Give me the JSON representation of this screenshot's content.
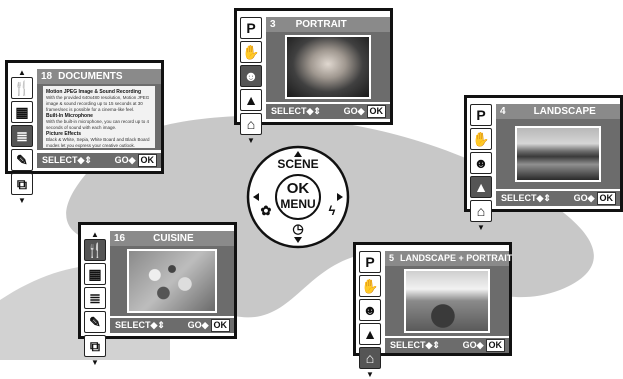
{
  "screens": {
    "documents": {
      "number": "18",
      "title": "DOCUMENTS",
      "select_label": "SELECT",
      "go_label": "GO",
      "ok_label": "OK",
      "doc_heading1": "Motion JPEG Image & Sound Recording",
      "doc_body1": "With the provided 640x480 resolution, Motion JPEG image & sound recording up to 15 seconds at 30 frames/sec is possible for a cinema-like feel.",
      "doc_heading2": "Built-In Microphone",
      "doc_body2": "With the built-in microphone, you can record up to 4 seconds of sound with each image.",
      "doc_heading3": "Picture Effects",
      "doc_body3": "Black & White, Sepia, White Board and Black Board modes let you express your creative outlook."
    },
    "portrait": {
      "number": "3",
      "title": "PORTRAIT",
      "select_label": "SELECT",
      "go_label": "GO",
      "ok_label": "OK"
    },
    "landscape": {
      "number": "4",
      "title": "LANDSCAPE",
      "select_label": "SELECT",
      "go_label": "GO",
      "ok_label": "OK"
    },
    "cuisine": {
      "number": "16",
      "title": "CUISINE",
      "select_label": "SELECT",
      "go_label": "GO",
      "ok_label": "OK"
    },
    "landscape_portrait": {
      "number": "5",
      "title": "LANDSCAPE + PORTRAIT",
      "select_label": "SELECT",
      "go_label": "GO",
      "ok_label": "OK"
    }
  },
  "icons": {
    "p_mode": "P",
    "p_mode_name": "program-mode-icon",
    "anti_shake_name": "anti-shake-icon",
    "portrait_name": "portrait-icon",
    "landscape_name": "landscape-icon",
    "landscape_portrait_name": "landscape-portrait-icon",
    "cuisine_name": "cuisine-icon",
    "documents_name": "documents-icon",
    "auction_name": "auction-icon",
    "text_name": "text-icon"
  },
  "dial": {
    "top_label": "SCENE",
    "center_line1": "OK",
    "center_line2": "MENU",
    "left_icon": "macro-icon",
    "right_icon": "flash-icon",
    "bottom_icon": "self-timer-icon"
  },
  "colors": {
    "titlebar": "#8a8a8a",
    "panel": "#6c6c6c",
    "background_swoosh": "#c8c8c8"
  }
}
